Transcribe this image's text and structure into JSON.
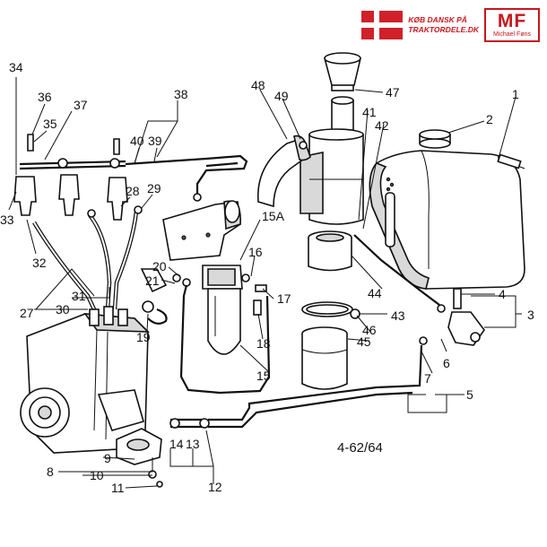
{
  "banner": {
    "line1": "KØB DANSK PÅ",
    "line2": "TRAKTORDELE.DK",
    "logo": "MF",
    "logo_sub": "Michael Føns",
    "brand_color": "#c8161d",
    "flag_icon": "danish-flag-icon"
  },
  "figure_id": "4-62/64",
  "callouts": {
    "c1": "1",
    "c2": "2",
    "c3": "3",
    "c4": "4",
    "c5": "5",
    "c6": "6",
    "c7": "7",
    "c8": "8",
    "c9": "9",
    "c10": "10",
    "c11": "11",
    "c12": "12",
    "c13": "13",
    "c14": "14",
    "c15": "15",
    "c15a": "15A",
    "c16": "16",
    "c17": "17",
    "c18": "18",
    "c19": "19",
    "c20": "20",
    "c21": "21",
    "c27": "27",
    "c28": "28",
    "c29": "29",
    "c30": "30",
    "c31": "31",
    "c32": "32",
    "c33": "33",
    "c34": "34",
    "c35": "35",
    "c36": "36",
    "c37": "37",
    "c38": "38",
    "c39": "39",
    "c40": "40",
    "c41": "41",
    "c42": "42",
    "c43": "43",
    "c44": "44",
    "c45": "45",
    "c46": "46",
    "c47": "47",
    "c48": "48",
    "c49": "49"
  }
}
